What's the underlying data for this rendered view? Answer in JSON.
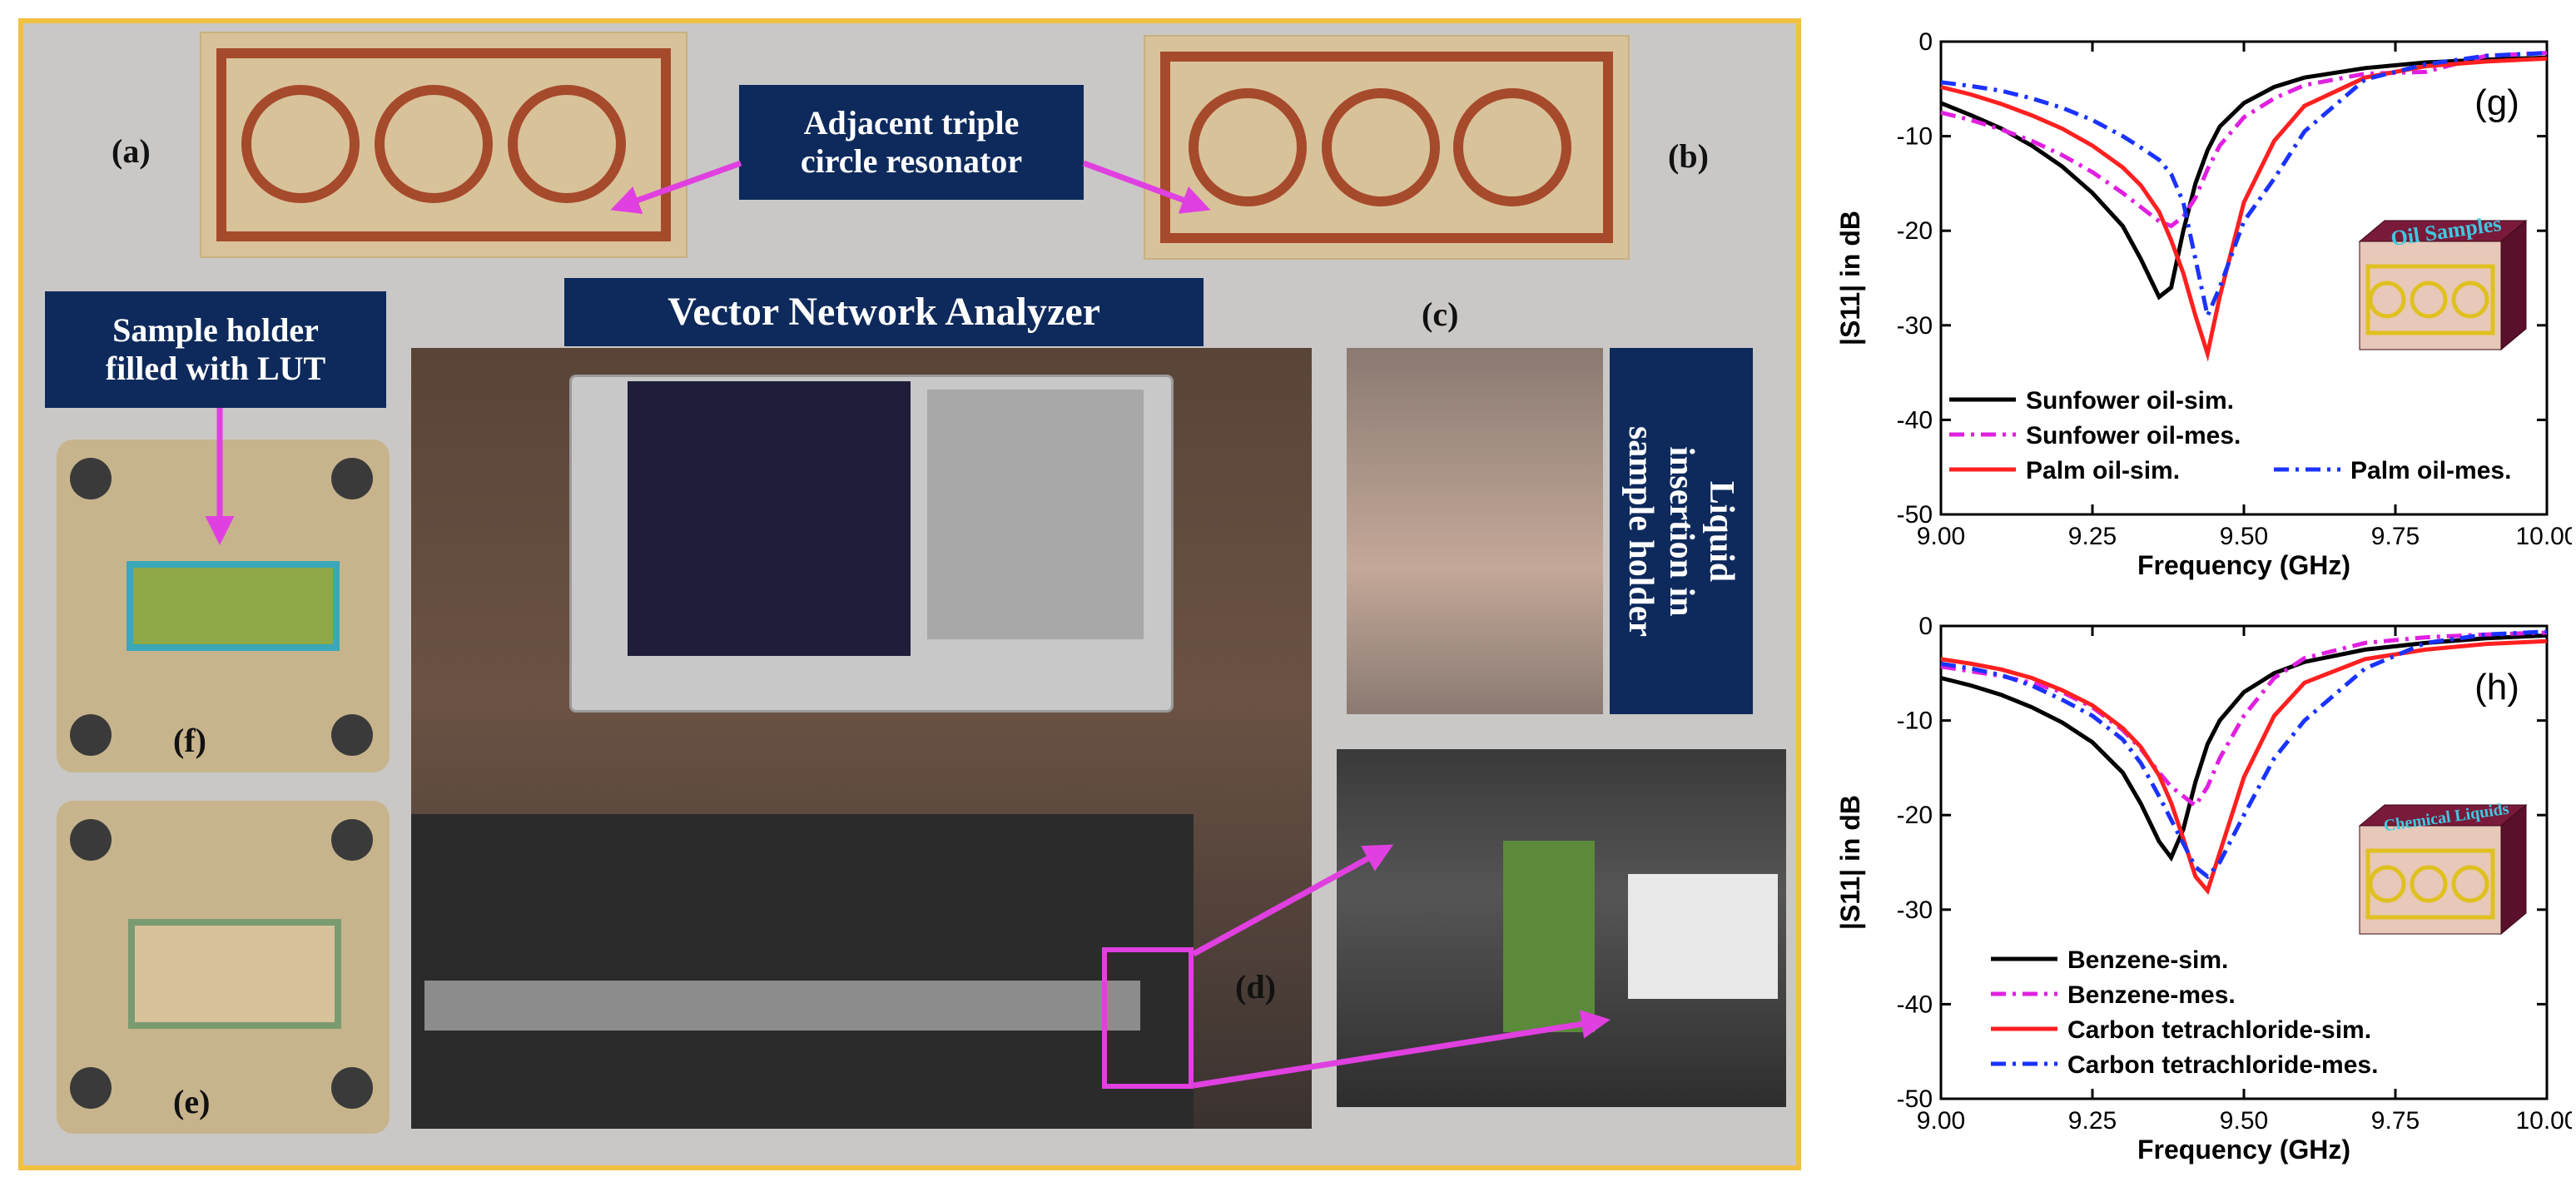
{
  "panels": {
    "a": "(a)",
    "b": "(b)",
    "c": "(c)",
    "d": "(d)",
    "e": "(e)",
    "f": "(f)"
  },
  "callouts": {
    "resonator_line1": "Adjacent triple",
    "resonator_line2": "circle resonator",
    "vna": "Vector Network Analyzer",
    "holder_line1": "Sample holder",
    "holder_line2": "filled with LUT",
    "liquid_line1": "Liquid",
    "liquid_line2": "insertion in",
    "liquid_line3": "sample holder"
  },
  "colors": {
    "navy": "#0e2a5c",
    "magenta": "#e040e0",
    "frame": "#f0c040",
    "trace": "#a64a2c"
  },
  "chart_data": [
    {
      "type": "line",
      "panel_label": "(g)",
      "inset_label": "Oil Samples",
      "xlabel": "Frequency (GHz)",
      "ylabel": "|S11| in dB",
      "xlim": [
        9.0,
        10.0
      ],
      "ylim": [
        -50,
        0
      ],
      "xticks": [
        "9.00",
        "9.25",
        "9.50",
        "9.75",
        "10.00"
      ],
      "yticks": [
        "0",
        "-10",
        "-20",
        "-30",
        "-40",
        "-50"
      ],
      "x": [
        9.0,
        9.05,
        9.1,
        9.15,
        9.2,
        9.25,
        9.3,
        9.33,
        9.36,
        9.38,
        9.4,
        9.42,
        9.44,
        9.46,
        9.5,
        9.55,
        9.6,
        9.7,
        9.8,
        9.9,
        10.0
      ],
      "series": [
        {
          "name": "Sunfower oil-sim.",
          "color": "#000000",
          "dash": "solid",
          "values": [
            -6.5,
            -7.8,
            -9.2,
            -11,
            -13.2,
            -16,
            -19.5,
            -23,
            -27,
            -26,
            -20,
            -15,
            -11.5,
            -9,
            -6.5,
            -4.8,
            -3.8,
            -2.8,
            -2.2,
            -1.9,
            -1.7
          ]
        },
        {
          "name": "Sunfower oil-mes.",
          "color": "#e020e0",
          "dash": "dashdot",
          "values": [
            -7.5,
            -8.3,
            -9.3,
            -10.5,
            -12,
            -13.8,
            -16,
            -17.5,
            -19,
            -19.5,
            -18.5,
            -16.5,
            -13.5,
            -11,
            -8,
            -6,
            -4.6,
            -3.4,
            -3.2,
            -1.5,
            -1.2
          ]
        },
        {
          "name": "Palm oil-sim.",
          "color": "#ff2020",
          "dash": "solid",
          "values": [
            -4.8,
            -5.6,
            -6.6,
            -7.8,
            -9.2,
            -11,
            -13.3,
            -15.2,
            -18,
            -21,
            -24.5,
            -29,
            -33,
            -27,
            -17,
            -10.5,
            -6.8,
            -3.8,
            -2.6,
            -2.1,
            -1.8
          ]
        },
        {
          "name": "Palm oil-mes.",
          "color": "#1a33ff",
          "dash": "dashdot",
          "values": [
            -4.3,
            -4.7,
            -5.2,
            -6,
            -7,
            -8.3,
            -10,
            -11.2,
            -12.5,
            -14,
            -17,
            -23,
            -29,
            -26,
            -19,
            -14.5,
            -9.5,
            -4,
            -2.4,
            -1.5,
            -1.2
          ]
        }
      ]
    },
    {
      "type": "line",
      "panel_label": "(h)",
      "inset_label": "Chemical Liquids",
      "xlabel": "Frequency (GHz)",
      "ylabel": "|S11| in dB",
      "xlim": [
        9.0,
        10.0
      ],
      "ylim": [
        -50,
        0
      ],
      "xticks": [
        "9.00",
        "9.25",
        "9.50",
        "9.75",
        "10.00"
      ],
      "yticks": [
        "0",
        "-10",
        "-20",
        "-30",
        "-40",
        "-50"
      ],
      "x": [
        9.0,
        9.05,
        9.1,
        9.15,
        9.2,
        9.25,
        9.3,
        9.33,
        9.36,
        9.38,
        9.4,
        9.42,
        9.44,
        9.46,
        9.5,
        9.55,
        9.6,
        9.7,
        9.8,
        9.9,
        10.0
      ],
      "series": [
        {
          "name": "Benzene-sim.",
          "color": "#000000",
          "dash": "solid",
          "values": [
            -5.5,
            -6.3,
            -7.3,
            -8.6,
            -10.2,
            -12.3,
            -15.5,
            -18.8,
            -22.8,
            -24.5,
            -21.5,
            -16.5,
            -12.5,
            -10,
            -7,
            -5,
            -3.8,
            -2.5,
            -1.8,
            -1.3,
            -1.0
          ]
        },
        {
          "name": "Benzene-mes.",
          "color": "#e020e0",
          "dash": "dashdot",
          "values": [
            -4.3,
            -4.8,
            -5.3,
            -6,
            -7,
            -8.6,
            -11,
            -13,
            -15.5,
            -17,
            -18,
            -19,
            -17,
            -14,
            -9.5,
            -5.5,
            -3.4,
            -1.8,
            -1.2,
            -0.9,
            -0.7
          ]
        },
        {
          "name": "Carbon tetrachloride-sim.",
          "color": "#ff2020",
          "dash": "solid",
          "values": [
            -3.5,
            -4,
            -4.6,
            -5.5,
            -6.8,
            -8.4,
            -10.8,
            -12.8,
            -15.8,
            -18.7,
            -22.5,
            -26.5,
            -28,
            -24,
            -16,
            -9.5,
            -6,
            -3.5,
            -2.5,
            -1.9,
            -1.6
          ]
        },
        {
          "name": "Carbon tetrachloride-mes.",
          "color": "#1a33ff",
          "dash": "dashdot",
          "values": [
            -4.0,
            -4.5,
            -5.2,
            -6.3,
            -7.8,
            -9.5,
            -12,
            -14.5,
            -18,
            -20.5,
            -23,
            -25.5,
            -26.5,
            -25,
            -20,
            -14,
            -10,
            -4.5,
            -1.8,
            -0.9,
            -0.6
          ]
        }
      ]
    }
  ]
}
